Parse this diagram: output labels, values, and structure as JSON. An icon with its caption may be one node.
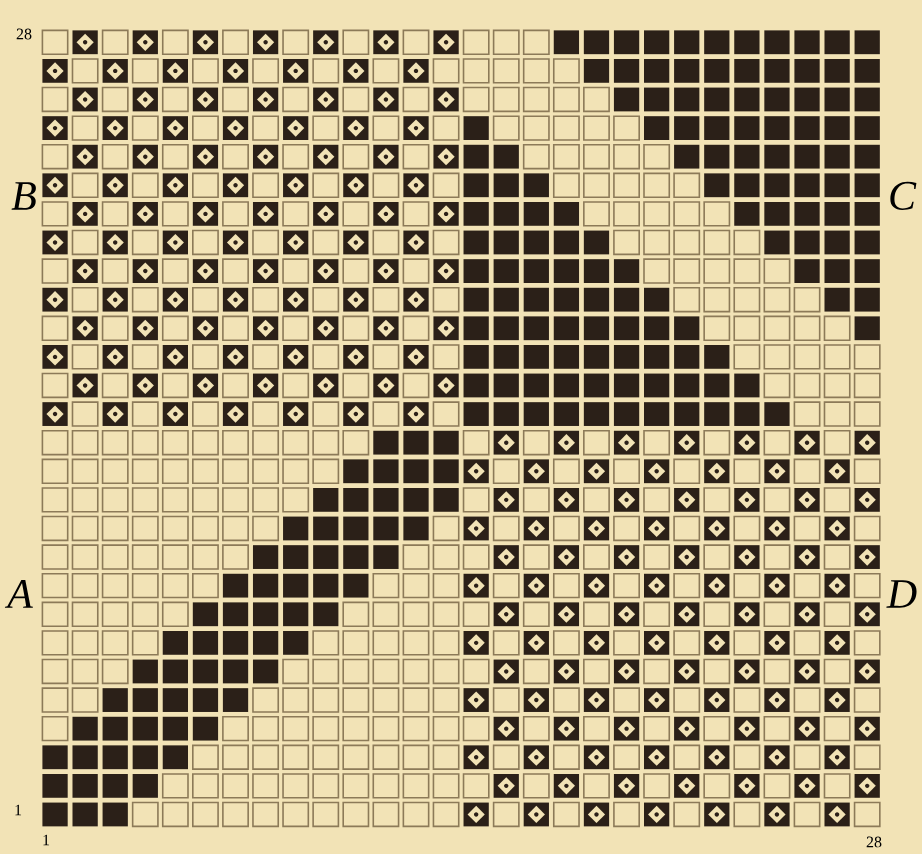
{
  "diagram": {
    "labels": [
      "28",
      "B",
      "C",
      "A",
      "D",
      "1",
      "1",
      "28"
    ]
  }
}
